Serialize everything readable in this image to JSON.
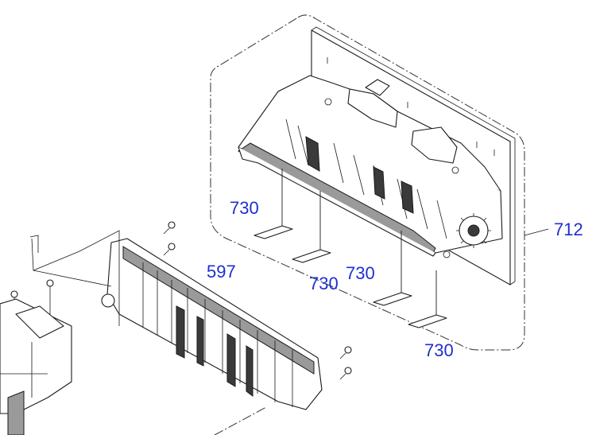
{
  "diagram": {
    "labels": {
      "frame_assembly": "712",
      "paper_guide": "597",
      "pad_1": "730",
      "pad_2": "730",
      "pad_3": "730",
      "pad_4": "730"
    }
  }
}
